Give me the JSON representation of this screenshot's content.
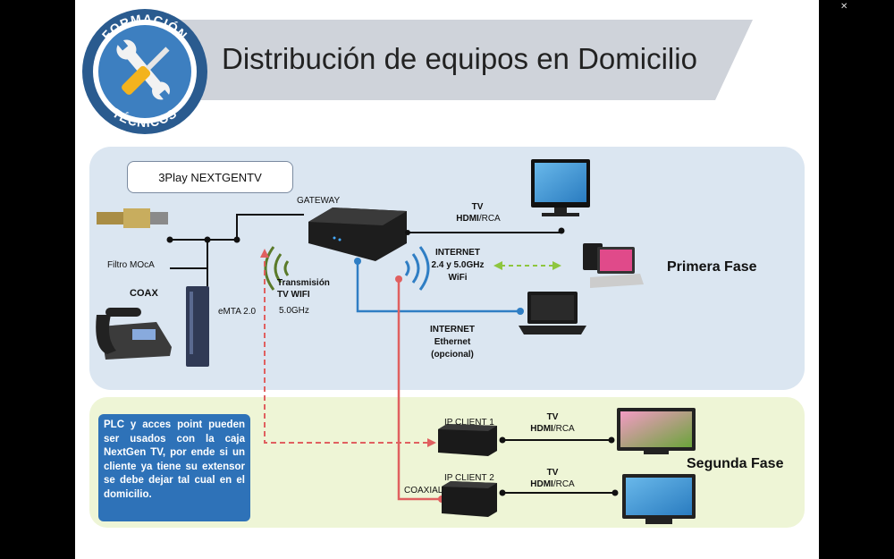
{
  "title": "Distribución de equipos en Domicilio",
  "badge": {
    "top_text": "FORMACIÓN",
    "bottom_text": "TÉCNICOS"
  },
  "tag_3play": "3Play  NEXTGENTV",
  "labels": {
    "gateway": "GATEWAY",
    "filtro": "Filtro MOcA",
    "coax": "COAX",
    "emta": "eMTA 2.0",
    "tx_wifi": "Transmisión TV WIFI",
    "tx_wifi_freq": "5.0GHz",
    "tv_title": "TV",
    "tv_hdmi": "HDMI",
    "tv_rca": "/RCA",
    "internet_wifi_title": "INTERNET",
    "internet_wifi_band": "2.4 y 5.0GHz",
    "internet_wifi_wifi": "WiFi",
    "internet_eth_title": "INTERNET",
    "internet_eth_sub": "Ethernet",
    "internet_eth_opt": "(opcional)",
    "ip_client_1": "IP CLIENT 1",
    "ip_client_2": "IP CLIENT 2",
    "coaxial": "COAXIAL"
  },
  "phases": {
    "primera": "Primera Fase",
    "segunda": "Segunda Fase"
  },
  "note": "PLC y acces point pueden ser usados con la caja NextGen TV, por ende si un cliente ya tiene su extensor se debe dejar tal cual en el domicilio.",
  "colors": {
    "coax_line": "#111111",
    "ethernet_line": "#2f7ec4",
    "wifi_dashed": "#e06060",
    "wifi_client": "#8ec63f",
    "note_bg": "#2e72b8"
  }
}
